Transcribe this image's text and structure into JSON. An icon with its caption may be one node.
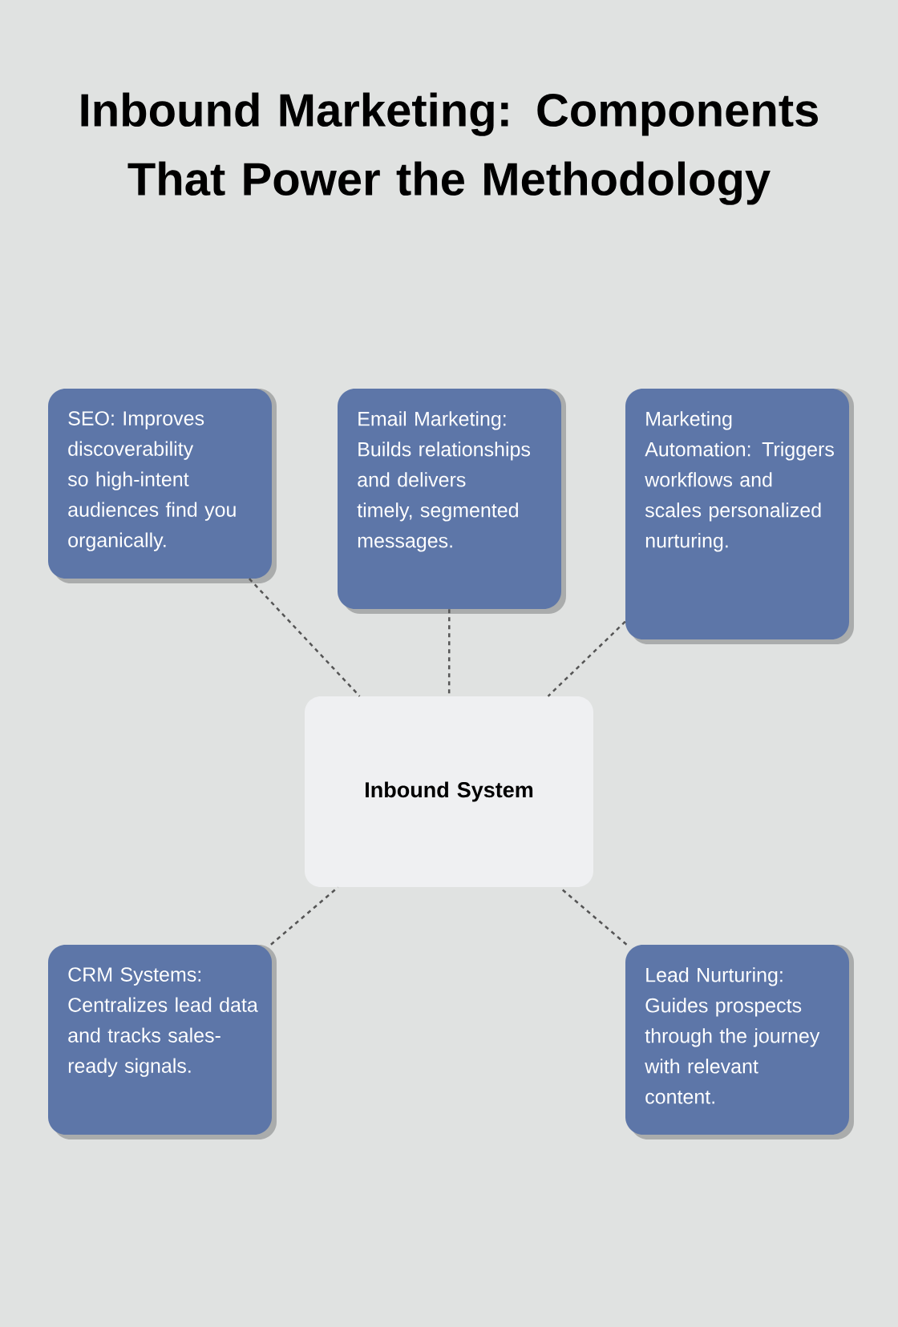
{
  "diagram": {
    "title": "Inbound Marketing: Components That Power the Methodology",
    "nodes": [
      {
        "text": [
          "SEO: Improves discoverability so high-intent audiences find you organically."
        ]
      },
      {
        "text": [
          "Email Marketing: Builds relationships and delivers timely, segmented messages."
        ]
      },
      {
        "text": [
          "Marketing Automation: Triggers workflows and scales personalized nurturing."
        ]
      },
      {
        "text": [
          "Inbound System"
        ]
      },
      {
        "text": [
          "CRM Systems: Centralizes lead data and tracks sales-ready signals."
        ]
      },
      {
        "text": [
          "Lead Nurturing: Guides prospects through the journey with relevant content."
        ]
      }
    ],
    "edges": [
      {
        "from": 0,
        "to": 3,
        "arrow": "none",
        "style": "dashed"
      },
      {
        "from": 1,
        "to": 3,
        "arrow": "none",
        "style": "dashed"
      },
      {
        "from": 2,
        "to": 3,
        "arrow": "none",
        "style": "dashed"
      },
      {
        "from": 4,
        "to": 3,
        "arrow": "none",
        "style": "dashed"
      },
      {
        "from": 5,
        "to": 3,
        "arrow": "none",
        "style": "dashed"
      }
    ]
  }
}
